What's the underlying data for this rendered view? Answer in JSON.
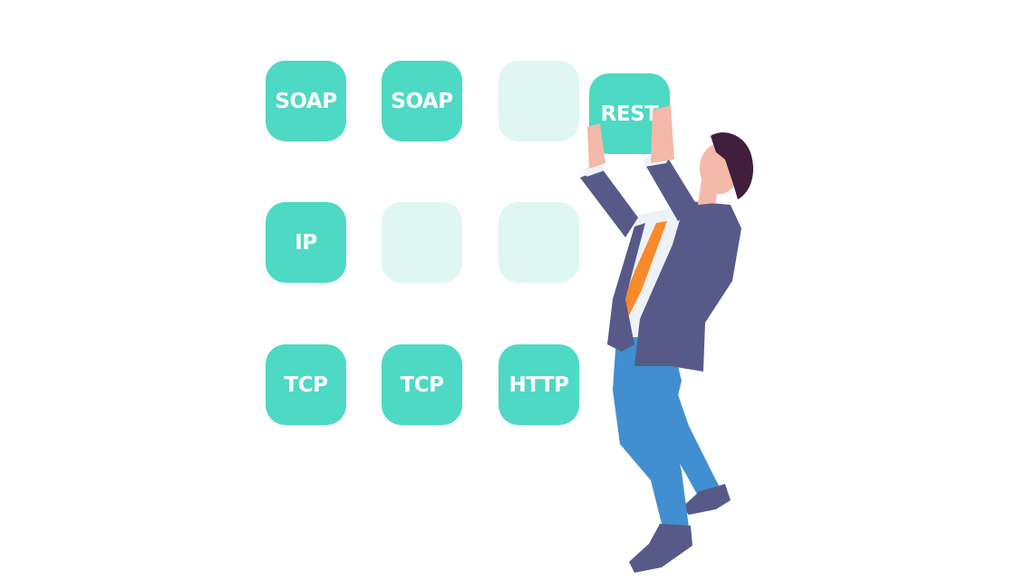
{
  "grid": {
    "rows": [
      [
        {
          "label": "SOAP",
          "state": "filled"
        },
        {
          "label": "SOAP",
          "state": "filled"
        },
        {
          "label": "",
          "state": "empty"
        }
      ],
      [
        {
          "label": "IP",
          "state": "filled"
        },
        {
          "label": "",
          "state": "empty"
        },
        {
          "label": "",
          "state": "empty"
        }
      ],
      [
        {
          "label": "TCP",
          "state": "filled"
        },
        {
          "label": "TCP",
          "state": "filled"
        },
        {
          "label": "HTTP",
          "state": "filled"
        }
      ]
    ]
  },
  "held_tile": {
    "label": "REST",
    "state": "filled"
  },
  "colors": {
    "tile_filled": "#4dd9c4",
    "tile_empty": "#dff6f2",
    "suit": "#575a89",
    "tie": "#f98a2b",
    "pants": "#418fd0",
    "skin": "#f4b9a8",
    "hair": "#3f1f3b",
    "shirt": "#eef1f6"
  },
  "icons": {
    "illustration": "businessman-placing-tile-illustration"
  }
}
